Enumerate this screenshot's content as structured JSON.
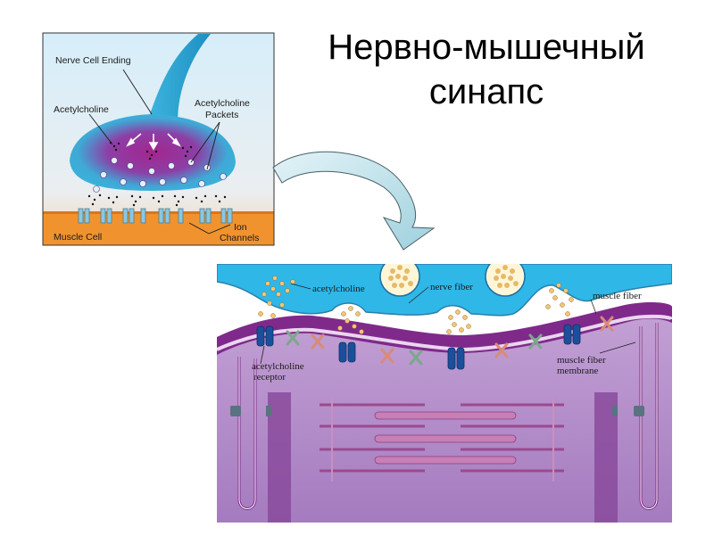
{
  "title": {
    "line1": "Нервно-мышечный",
    "line2": "синапс"
  },
  "top_panel": {
    "labels": {
      "nerve_cell_ending": "Nerve Cell Ending",
      "acetylcholine": "Acetylcholine",
      "acetylcholine_packets_1": "Acetylcholine",
      "acetylcholine_packets_2": "Packets",
      "muscle_cell": "Muscle Cell",
      "ion_channels_1": "Ion",
      "ion_channels_2": "Channels"
    },
    "colors": {
      "sky_top": "#d9f0fa",
      "sky_bottom": "#f6d3b6",
      "muscle": "#f0932e",
      "nerve": "#34b3d8",
      "vesicle": "#8a1f8c"
    }
  },
  "bottom_panel": {
    "labels": {
      "acetylcholine": "acetylcholine",
      "nerve_fiber": "nerve fiber",
      "muscle_fiber": "muscle fiber",
      "acetylcholine_receptor_1": "acetylcholine",
      "acetylcholine_receptor_2": "receptor",
      "muscle_fiber_membrane_1": "muscle fiber",
      "muscle_fiber_membrane_2": "membrane"
    },
    "colors": {
      "nerve": "#2fb7e8",
      "membrane": "#7f2a8b",
      "cytoplasm": "#b68cc9",
      "receptor": "#1b4f9c"
    }
  },
  "arrow": {
    "color": "#bfe3ec"
  }
}
